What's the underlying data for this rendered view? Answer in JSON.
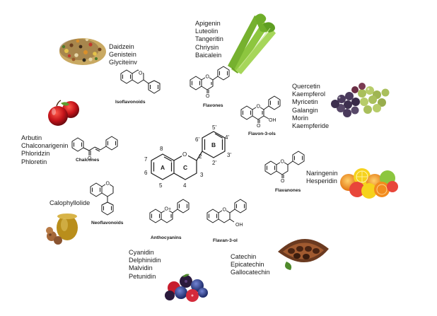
{
  "labels": {
    "isoflavonoids_compounds": [
      "Daidzein",
      "Genistein",
      "Glyciteinv"
    ],
    "flavones_compounds": [
      "Apigenin",
      "Luteolin",
      "Tangeritin",
      "Chriysin",
      "Baicalein"
    ],
    "flavon3ols_compounds": [
      "Quercetin",
      "Kaempferol",
      "Myricetin",
      "Galangin",
      "Morin",
      "Kaempferide"
    ],
    "chalcones_compounds": [
      "Arbutin",
      "Chalconarigenin",
      "Phloridzin",
      "Phloretin"
    ],
    "flavanones_compounds": [
      "Naringenin",
      "Hesperidin"
    ],
    "neoflavonoids_compounds": [
      "Calophyllolide"
    ],
    "anthocyanins_compounds": [
      "Cyanidin",
      "Delphinidin",
      "Malvidin",
      "Petunidin"
    ],
    "flavan3ol_compounds": [
      "Catechin",
      "Epicatechin",
      "Gallocatechin"
    ]
  },
  "classes": {
    "isoflavonoids": "Isoflavonoids",
    "flavones": "Flavones",
    "flavon3ols": "Flavon-3-ols",
    "chalcones": "Chalcones",
    "flavanones": "Flavanones",
    "neoflavonoids": "Neoflavonoids",
    "anthocyanins": "Anthocyanins",
    "flavan3ol": "Flavan-3-ol"
  },
  "core": {
    "rings": [
      "A",
      "C",
      "B"
    ],
    "positions": [
      "2",
      "3",
      "4",
      "5",
      "6",
      "7",
      "8",
      "2'",
      "3'",
      "4'",
      "5'",
      "6'"
    ],
    "hetero_atom": "O"
  },
  "atoms": {
    "oxygen": "O",
    "hydroxyl": "OH",
    "oxonium": "O+"
  },
  "colors": {
    "stroke": "#1a1a1a",
    "apple_red": "#c4131a",
    "celery_green": "#8dc63f",
    "grape_purple": "#4a3a5c",
    "grape_green": "#a9bf5c",
    "citrus_orange": "#f28c1e",
    "citrus_yellow": "#f6d21c",
    "berry_blue": "#3b4fa0",
    "cocoa_brown": "#6b3a20",
    "oil_gold": "#b98e1b",
    "beans_mix": "#8a6a3c"
  },
  "icons": [
    "beans-icon",
    "celery-icon",
    "grapes-icon",
    "apples-icon",
    "citrus-icon",
    "oil-nuts-icon",
    "berries-icon",
    "cocoa-pod-icon"
  ]
}
